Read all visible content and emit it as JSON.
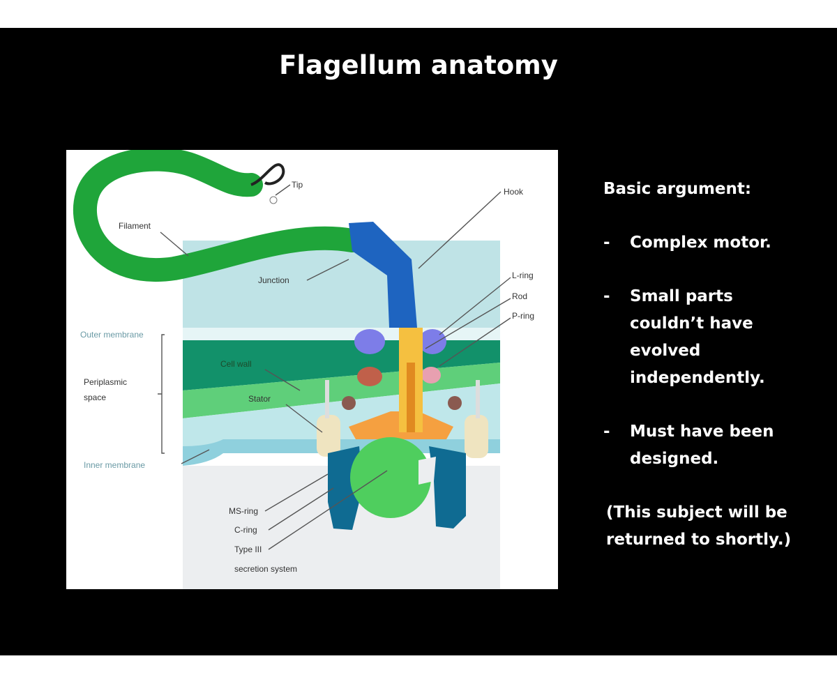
{
  "title": "Flagellum anatomy",
  "diagram": {
    "labels": {
      "tip": "Tip",
      "hook": "Hook",
      "filament": "Filament",
      "junction": "Junction",
      "l_ring": "L-ring",
      "rod": "Rod",
      "p_ring": "P-ring",
      "outer_membrane": "Outer membrane",
      "cell_wall": "Cell wall",
      "periplasmic_1": "Periplasmic",
      "periplasmic_2": "space",
      "stator": "Stator",
      "inner_membrane": "Inner membrane",
      "ms_ring": "MS-ring",
      "c_ring": "C-ring",
      "type3_1": "Type III",
      "type3_2": "secretion system"
    },
    "colors": {
      "filament": "#1fa53a",
      "hook": "#1e64c0",
      "rod": "#f5c040",
      "rings": "#7d7de8",
      "c_ring": "#0f6b92",
      "ms_ring": "#4fce5e",
      "stator": "#efe4c0"
    }
  },
  "side": {
    "heading": "Basic argument:",
    "bullet_mark": "-",
    "bullets": [
      [
        "Complex motor."
      ],
      [
        "Small parts",
        "couldn’t have",
        "evolved",
        "independently."
      ],
      [
        "Must have been",
        "designed."
      ]
    ],
    "note": [
      "(This subject will be",
      "returned to shortly.)"
    ]
  }
}
